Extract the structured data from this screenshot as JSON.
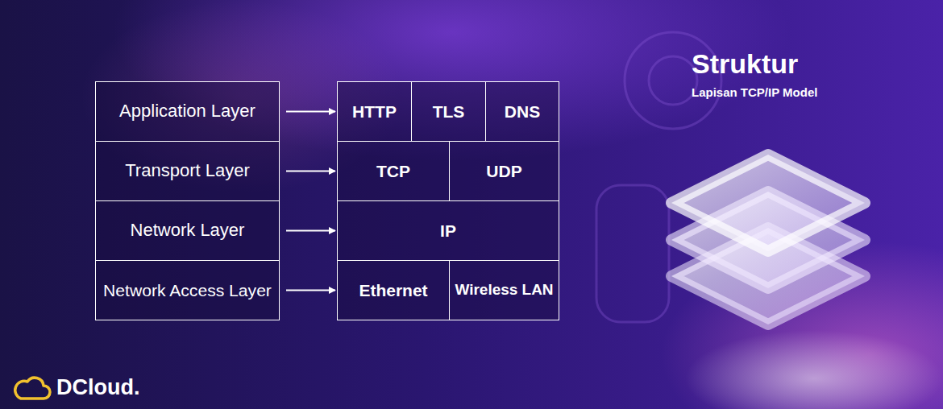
{
  "diagram": {
    "title": "Struktur",
    "nodes": [
      {
        "text": [
          "Application Layer"
        ]
      },
      {
        "text": [
          "HTTP"
        ]
      },
      {
        "text": [
          "TLS"
        ]
      },
      {
        "text": [
          "DNS"
        ]
      },
      {
        "text": [
          "Transport Layer"
        ]
      },
      {
        "text": [
          "TCP"
        ]
      },
      {
        "text": [
          "UDP"
        ]
      },
      {
        "text": [
          "Network Layer"
        ]
      },
      {
        "text": [
          "IP"
        ]
      },
      {
        "text": [
          "Network Access Layer"
        ]
      },
      {
        "text": [
          "Ethernet"
        ]
      },
      {
        "text": [
          "Wireless LAN"
        ]
      }
    ],
    "edges": [
      {
        "from": 0,
        "to": 1,
        "arrow": "to"
      },
      {
        "from": 4,
        "to": 5,
        "arrow": "to"
      },
      {
        "from": 7,
        "to": 8,
        "arrow": "to"
      },
      {
        "from": 9,
        "to": 10,
        "arrow": "to"
      }
    ],
    "labels": [
      "Lapisan TCP/IP Model",
      "DCloud."
    ]
  }
}
